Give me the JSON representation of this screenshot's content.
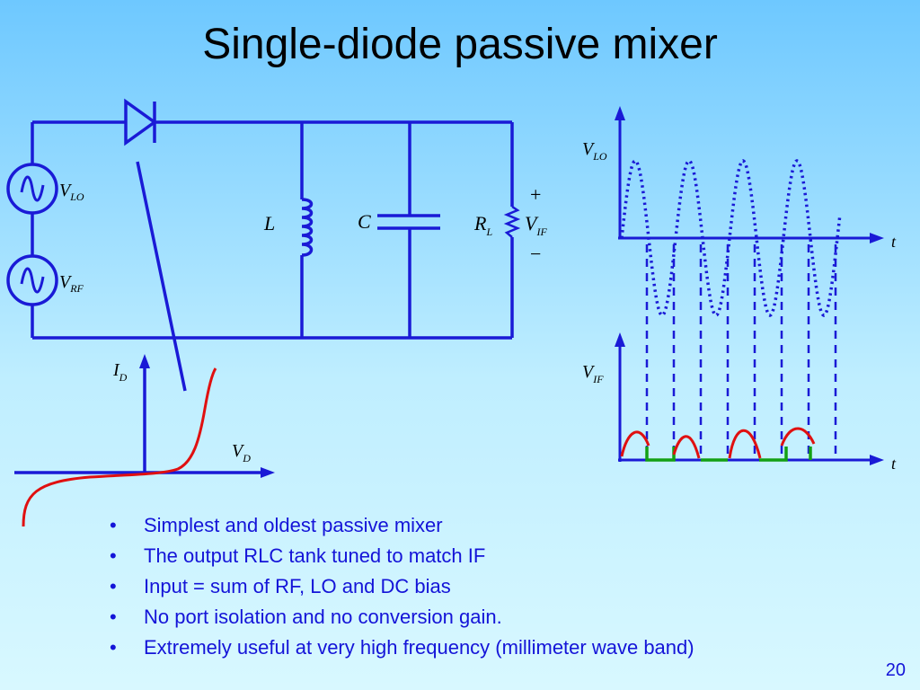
{
  "title": "Single-diode passive mixer",
  "circuit": {
    "source_lo_label": "V",
    "source_lo_sub": "LO",
    "source_rf_label": "V",
    "source_rf_sub": "RF",
    "inductor_label": "L",
    "capacitor_label": "C",
    "resistor_label": "R",
    "resistor_sub": "L",
    "output_label": "V",
    "output_sub": "IF",
    "output_plus": "+",
    "output_minus": "−"
  },
  "iv_curve": {
    "y_label": "I",
    "y_sub": "D",
    "x_label": "V",
    "x_sub": "D"
  },
  "waveforms": {
    "top_y_label": "V",
    "top_y_sub": "LO",
    "top_x_label": "t",
    "bottom_y_label": "V",
    "bottom_y_sub": "IF",
    "bottom_x_label": "t"
  },
  "bullets": [
    "Simplest and oldest passive mixer",
    "The output RLC tank tuned to match IF",
    "Input = sum of RF, LO and DC bias",
    "No port isolation and no conversion gain.",
    "Extremely useful at very high frequency (millimeter wave band)"
  ],
  "page_number": "20",
  "colors": {
    "wire": "#1a1ad6",
    "curve": "#e01010",
    "baseline": "#13a013",
    "text_blue": "#1414d8"
  }
}
